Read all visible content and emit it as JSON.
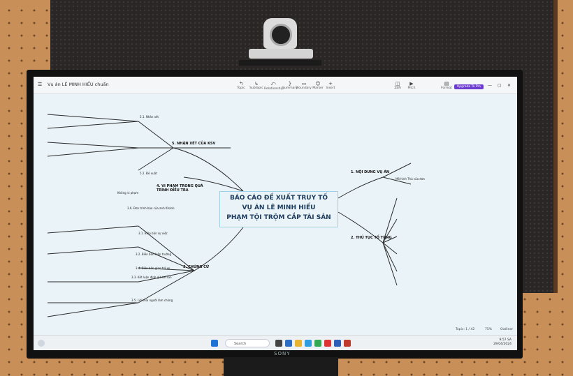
{
  "app": {
    "title": "Vụ án LÊ MINH HIẾU chuẩn",
    "tools": [
      "Topic",
      "Subtopic",
      "Relationship",
      "Summary",
      "Boundary",
      "Marker",
      "Insert"
    ],
    "right_tools": [
      "ZEN",
      "Pitch"
    ],
    "format_label": "Format",
    "upgrade_label": "Upgrade To Pro"
  },
  "center": {
    "line1": "BÁO CÁO ĐỀ XUẤT TRUY TỐ",
    "line2": "VỤ ÁN LÊ MINH HIẾU",
    "line3": "PHẠM TỘI TRỘM CẮP TÀI SẢN"
  },
  "branches": {
    "b1": "1. NỘI DUNG VỤ ÁN",
    "b2": "2. THỦ TỤC TỐ TỤNG",
    "b3": "3. CHỨNG CỨ",
    "b4": "4. VI PHẠM TRONG QUÁ TRÌNH ĐIỀU TRA",
    "b5": "5. NHẬN XÉT CỦA KSV"
  },
  "subtopics": {
    "s1": "5.1. Nhân xét",
    "s2": "5.2. Đề xuất",
    "s3": "3.1. Biên bản sự việc",
    "s4": "3.2. Biên bản hiện trường",
    "s5": "3.3. Kết luận định giá tài sản",
    "s6": "3.4. Biên bản giao trả xe",
    "s7": "3.5. Lời khai người làm chứng",
    "s8": "3.6. Đơn trình báo của anh Khánh",
    "s9": "Không vi phạm",
    "s10": "Mô hình Thú của đơn"
  },
  "status": {
    "topic_count": "Topic: 1 / 42",
    "zoom": "75%",
    "outliner": "Outliner"
  },
  "taskbar": {
    "search": "Search",
    "time": "9:57 SA",
    "date": "29/04/2024"
  }
}
